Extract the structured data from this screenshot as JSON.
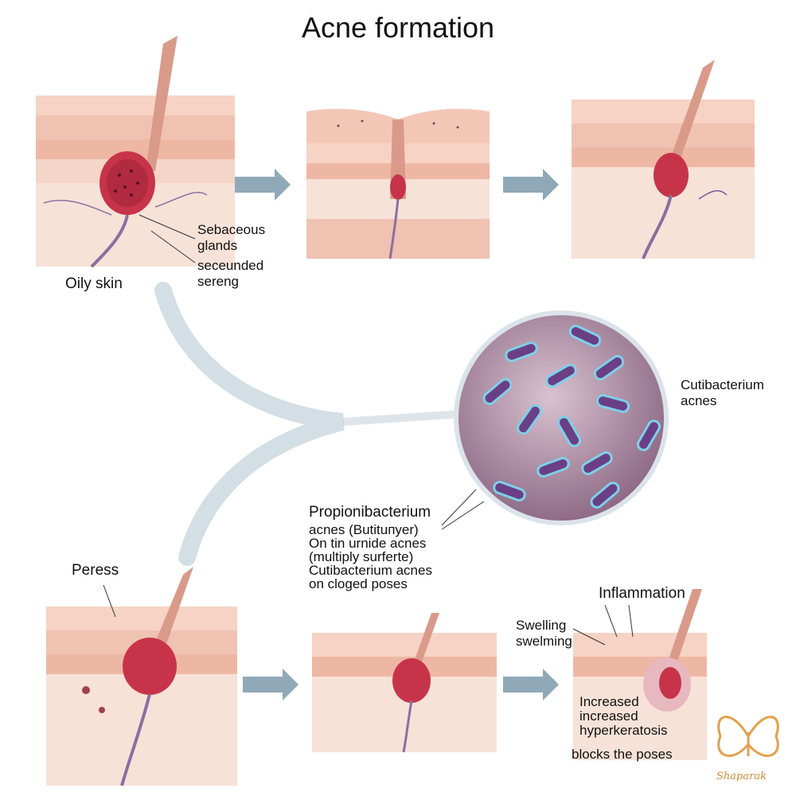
{
  "title": "Acne formation",
  "labels": {
    "oily_skin": "Oily skin",
    "sebaceous_1": "Sebaceous",
    "sebaceous_2": "glands",
    "secunded_1": "secеunded",
    "secunded_2": "sereng",
    "cutibacterium_1": "Cutibacterium",
    "cutibacterium_2": "acnes",
    "propioni_1": "Propionibacterium",
    "propioni_2": "acnes (Butituпyer)",
    "propioni_3": "On tin urnide acnes",
    "propioni_4": "(multiply surferte)",
    "propioni_5": "Cutibacterium acnes",
    "propioni_6": "on cloged poses",
    "peress": "Peress",
    "inflammation": "Inflammation",
    "swelling_1": "Swelling",
    "swelling_2": "swelming",
    "increased_1": "Increased",
    "increased_2": "increased",
    "increased_3": "hyperkeratosis",
    "blocks": "blocks the poses",
    "logo": "Shaparak"
  },
  "colors": {
    "skin_top": "#f6d3c4",
    "skin_layer": "#eeb7a4",
    "fat": "#f7e2d8",
    "gland": "#c7344a",
    "hair": "#d99a8a",
    "arrow": "#8fa9b8",
    "bacteria_bg": "#a8869c",
    "bacteria": "#6a3f86",
    "bacteria_rim": "#7fd0e8",
    "logo": "#e3a04e"
  }
}
